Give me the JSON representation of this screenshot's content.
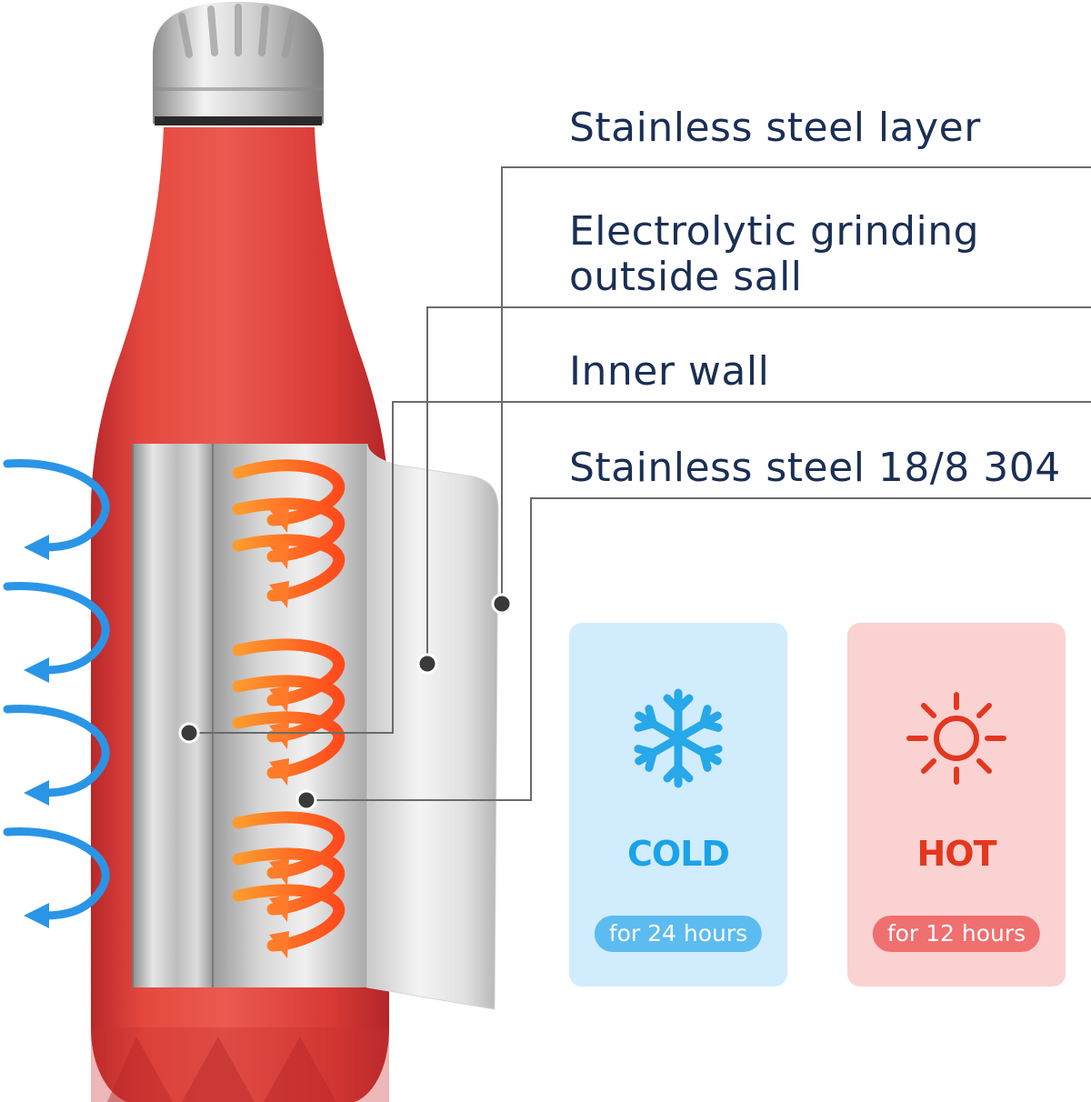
{
  "labels": {
    "stainless_layer": "Stainless steel layer",
    "electrolytic_line1": "Electrolytic grinding",
    "electrolytic_line2": "outside sall",
    "inner_wall": "Inner wall",
    "steel_grade": "Stainless steel 18/8 304"
  },
  "cold_card": {
    "title": "COLD",
    "duration": "for 24 hours",
    "icon": "snowflake-icon",
    "color": "#1aa3e8"
  },
  "hot_card": {
    "title": "HOT",
    "duration": "for 12 hours",
    "icon": "sun-icon",
    "color": "#e3371f"
  },
  "colors": {
    "bottle_red": "#e2453f",
    "leader_line": "#6b6b6b",
    "heat_arrow": "#ff7a2a",
    "cold_arrow": "#2a95e6",
    "label_text": "#1b2f55"
  }
}
